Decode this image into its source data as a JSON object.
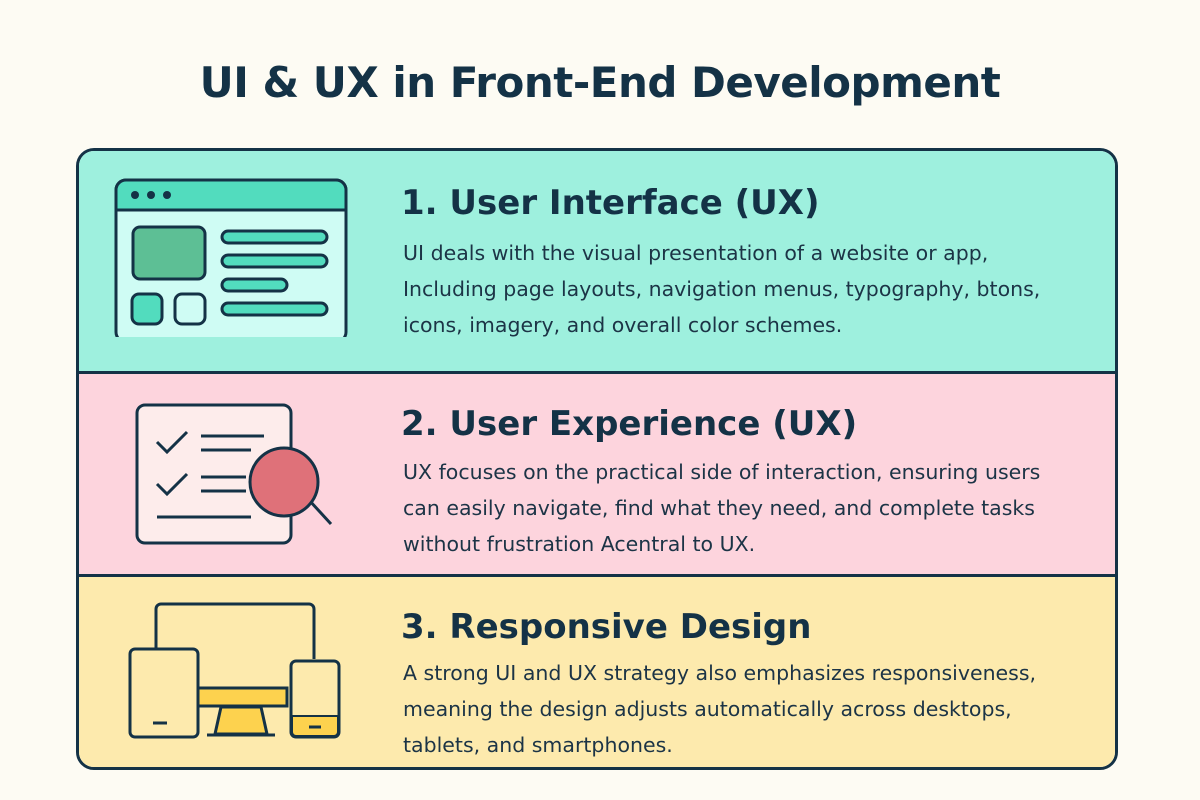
{
  "title": "UI & UX in Front-End Development",
  "sections": [
    {
      "heading": "1. User Interface (UX)",
      "lines": [
        "UI deals with the visual presentation of a website or app,",
        "Including page layouts, navigation menus, typography, btons,",
        "icons, imagery, and overall color schemes."
      ],
      "icon": "browser-window-icon"
    },
    {
      "heading": "2. User Experience (UX)",
      "lines": [
        "UX focuses on the practical side of interaction, ensuring users",
        "can easily navigate, find what they need, and complete tasks",
        "without frustration Acentral to UX."
      ],
      "icon": "checklist-magnifier-icon"
    },
    {
      "heading": "3. Responsive Design",
      "lines": [
        "A strong UI and UX strategy also emphasizes responsiveness,",
        "meaning the design adjusts automatically across desktops,",
        "tablets, and smartphones."
      ],
      "icon": "devices-icon"
    }
  ],
  "colors": {
    "ui": "#9ef0de",
    "ux": "#fdd4dd",
    "responsive": "#fdeaad",
    "ink": "#143246"
  }
}
